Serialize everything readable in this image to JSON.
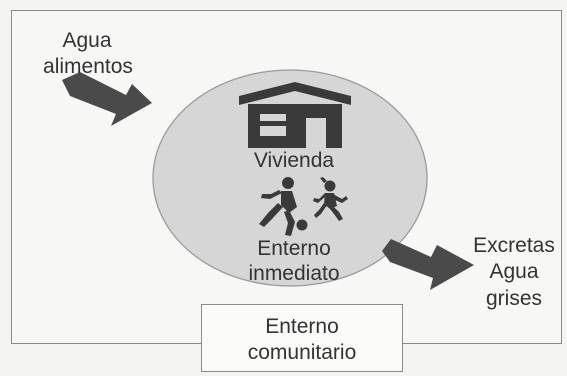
{
  "inputs": {
    "line1": "Agua",
    "line2": "alimentos"
  },
  "outputs": {
    "line1": "Excretas",
    "line2": "Agua",
    "line3": "grises"
  },
  "center": {
    "house_label": "Vivienda",
    "environment_line1": "Enterno",
    "environment_line2": "inmediato"
  },
  "community": {
    "line1": "Enterno",
    "line2": "comunitario"
  },
  "icons": [
    "house-icon",
    "child-kicking-ball-icon",
    "child-running-icon",
    "ball-icon",
    "arrow-in-icon",
    "arrow-out-icon"
  ],
  "colors": {
    "ellipse_fill": "#d6d6d6",
    "ellipse_stroke": "#9a9a9a",
    "icon_fill": "#3a3a3a",
    "arrow_fill": "#4a4a4a",
    "background": "#f4f4f3"
  }
}
